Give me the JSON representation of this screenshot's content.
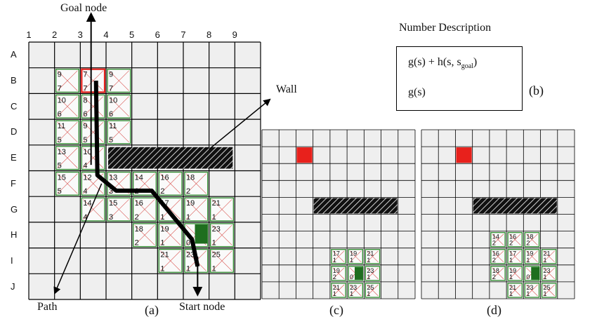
{
  "labels": {
    "goal_node": "Goal node",
    "wall": "Wall",
    "path": "Path",
    "start_node": "Start node",
    "panel_a": "(a)",
    "panel_b": "(b)",
    "panel_c": "(c)",
    "panel_d": "(d)",
    "number_description": "Number Description"
  },
  "legend": {
    "line1_prefix": "g(s) + h(s, s",
    "line1_sub": "goal",
    "line1_suffix": ")",
    "line2": "g(s)"
  },
  "columns": [
    "1",
    "2",
    "3",
    "4",
    "5",
    "6",
    "7",
    "8",
    "9"
  ],
  "rows": [
    "A",
    "B",
    "C",
    "D",
    "E",
    "F",
    "G",
    "H",
    "I",
    "J"
  ],
  "colors": {
    "grid_bg": "#efefef",
    "grid_line": "#000000",
    "cell_border": "#2e8b2e",
    "goal": "#e8211c",
    "start": "#1f6e1f",
    "diag": "#d9534f"
  },
  "panel_a_cells": [
    {
      "r": "B",
      "c": "2",
      "top": "9",
      "bot": "7"
    },
    {
      "r": "B",
      "c": "3",
      "top": "7",
      "bot": "7",
      "goal": true
    },
    {
      "r": "B",
      "c": "4",
      "top": "9",
      "bot": "7"
    },
    {
      "r": "C",
      "c": "2",
      "top": "10",
      "bot": "6"
    },
    {
      "r": "C",
      "c": "3",
      "top": "8",
      "bot": "6"
    },
    {
      "r": "C",
      "c": "4",
      "top": "10",
      "bot": "6"
    },
    {
      "r": "D",
      "c": "2",
      "top": "11",
      "bot": "5"
    },
    {
      "r": "D",
      "c": "3",
      "top": "9",
      "bot": "5"
    },
    {
      "r": "D",
      "c": "4",
      "top": "11",
      "bot": "5"
    },
    {
      "r": "E",
      "c": "2",
      "top": "13",
      "bot": "5"
    },
    {
      "r": "E",
      "c": "3",
      "top": "10",
      "bot": "4"
    },
    {
      "r": "F",
      "c": "2",
      "top": "15",
      "bot": "5"
    },
    {
      "r": "F",
      "c": "3",
      "top": "12",
      "bot": "4"
    },
    {
      "r": "F",
      "c": "4",
      "top": "13",
      "bot": "3"
    },
    {
      "r": "F",
      "c": "5",
      "top": "14",
      "bot": "2"
    },
    {
      "r": "F",
      "c": "6",
      "top": "16",
      "bot": "2"
    },
    {
      "r": "F",
      "c": "7",
      "top": "18",
      "bot": "2"
    },
    {
      "r": "G",
      "c": "3",
      "top": "14",
      "bot": "4"
    },
    {
      "r": "G",
      "c": "4",
      "top": "15",
      "bot": "3"
    },
    {
      "r": "G",
      "c": "5",
      "top": "16",
      "bot": "2"
    },
    {
      "r": "G",
      "c": "6",
      "top": "17",
      "bot": "1"
    },
    {
      "r": "G",
      "c": "7",
      "top": "19",
      "bot": "1"
    },
    {
      "r": "G",
      "c": "8",
      "top": "21",
      "bot": "1"
    },
    {
      "r": "H",
      "c": "5",
      "top": "18",
      "bot": "2"
    },
    {
      "r": "H",
      "c": "6",
      "top": "19",
      "bot": "1"
    },
    {
      "r": "H",
      "c": "7",
      "top": "",
      "bot": "0",
      "start": true
    },
    {
      "r": "H",
      "c": "8",
      "top": "23",
      "bot": "1"
    },
    {
      "r": "I",
      "c": "6",
      "top": "21",
      "bot": "1"
    },
    {
      "r": "I",
      "c": "7",
      "top": "23",
      "bot": "1"
    },
    {
      "r": "I",
      "c": "8",
      "top": "25",
      "bot": "1"
    }
  ],
  "panel_c_cells": [
    {
      "r": 7,
      "c": 4,
      "top": "17",
      "bot": "1"
    },
    {
      "r": 7,
      "c": 5,
      "top": "19",
      "bot": "1"
    },
    {
      "r": 7,
      "c": 6,
      "top": "21",
      "bot": "1"
    },
    {
      "r": 8,
      "c": 4,
      "top": "19",
      "bot": "2"
    },
    {
      "r": 8,
      "c": 5,
      "top": "",
      "bot": "0",
      "start": true
    },
    {
      "r": 8,
      "c": 6,
      "top": "23",
      "bot": "1"
    },
    {
      "r": 9,
      "c": 4,
      "top": "21",
      "bot": "1"
    },
    {
      "r": 9,
      "c": 5,
      "top": "23",
      "bot": "1"
    },
    {
      "r": 9,
      "c": 6,
      "top": "25",
      "bot": "1"
    }
  ],
  "panel_d_cells": [
    {
      "r": 6,
      "c": 4,
      "top": "14",
      "bot": "2"
    },
    {
      "r": 6,
      "c": 5,
      "top": "16",
      "bot": "2"
    },
    {
      "r": 6,
      "c": 6,
      "top": "18",
      "bot": "2"
    },
    {
      "r": 7,
      "c": 4,
      "top": "16",
      "bot": "2"
    },
    {
      "r": 7,
      "c": 5,
      "top": "17",
      "bot": "1"
    },
    {
      "r": 7,
      "c": 6,
      "top": "19",
      "bot": "1"
    },
    {
      "r": 7,
      "c": 7,
      "top": "21",
      "bot": "1"
    },
    {
      "r": 8,
      "c": 4,
      "top": "18",
      "bot": "2"
    },
    {
      "r": 8,
      "c": 5,
      "top": "19",
      "bot": "1"
    },
    {
      "r": 8,
      "c": 6,
      "top": "",
      "bot": "0",
      "start": true
    },
    {
      "r": 8,
      "c": 7,
      "top": "23",
      "bot": "1"
    },
    {
      "r": 9,
      "c": 5,
      "top": "21",
      "bot": "1"
    },
    {
      "r": 9,
      "c": 6,
      "top": "23",
      "bot": "1"
    },
    {
      "r": 9,
      "c": 7,
      "top": "25",
      "bot": "1"
    }
  ]
}
